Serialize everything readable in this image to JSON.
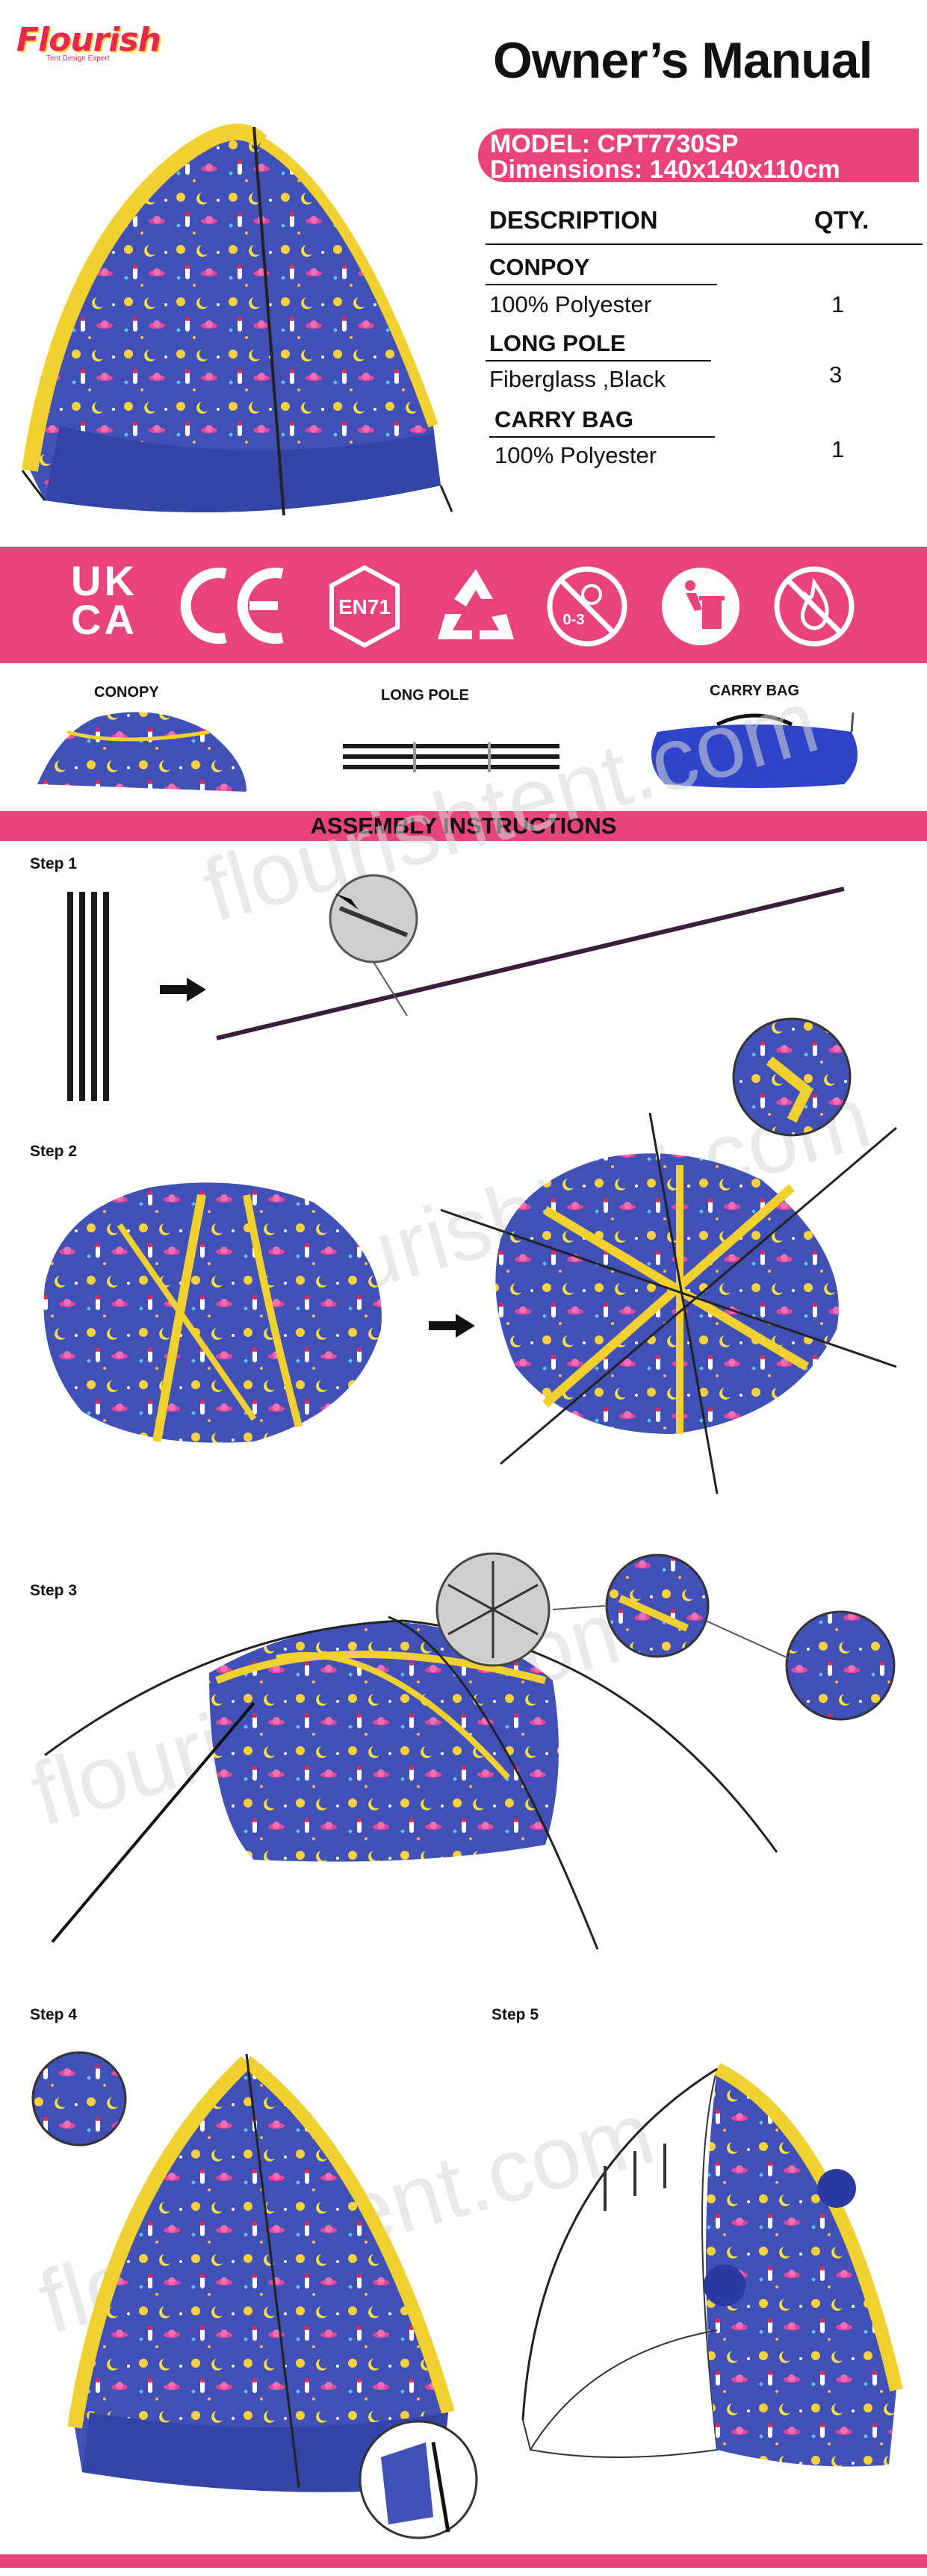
{
  "brand": {
    "logo": "Flourish",
    "tagline": "Tent Design Expert"
  },
  "title": "Owner’s Manual",
  "model": {
    "line1": "MODEL: CPT7730SP",
    "line2": "Dimensions:  140x140x110cm"
  },
  "table": {
    "desc_header": "DESCRIPTION",
    "qty_header": "QTY.",
    "items": [
      {
        "name": "CONPOY",
        "material": "100% Polyester",
        "qty": "1"
      },
      {
        "name": "LONG POLE",
        "material": "Fiberglass ,Black",
        "qty": "3"
      },
      {
        "name": "CARRY BAG",
        "material": "100% Polyester",
        "qty": "1"
      }
    ]
  },
  "marks": {
    "ukca": "UK CA",
    "en71": "EN71",
    "age": "0-3"
  },
  "parts": {
    "canopy": "CONOPY",
    "pole": "LONG POLE",
    "bag": "CARRY BAG"
  },
  "assembly_title": "ASSEMBLY INSTRUCTIONS",
  "steps": [
    "Step 1",
    "Step 2",
    "Step 3",
    "Step 4",
    "Step 5"
  ],
  "watermark": "flourishtent.com",
  "colors": {
    "accent": "#e8437a",
    "tent": "#3e4fb5",
    "trim": "#f1d130"
  }
}
